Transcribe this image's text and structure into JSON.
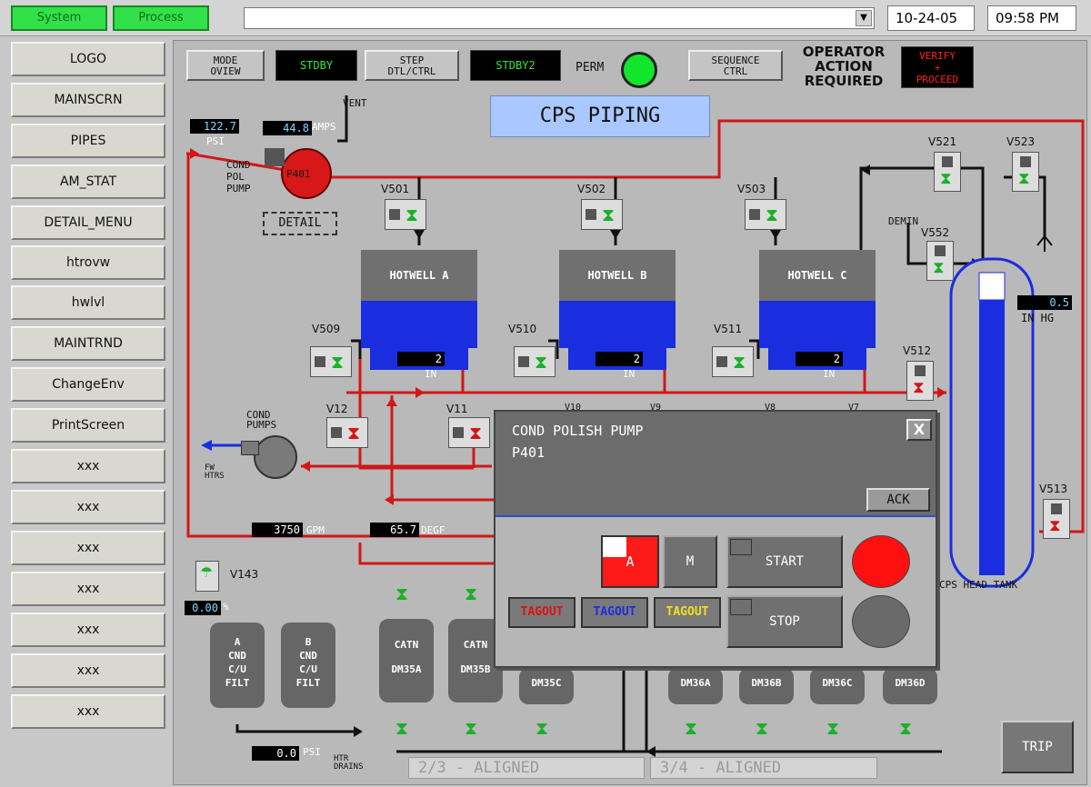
{
  "topbar": {
    "tabs": [
      "System",
      "Process"
    ],
    "selector_value": "",
    "date": "10-24-05",
    "time": "09:58 PM"
  },
  "nav": {
    "items": [
      "LOGO",
      "MAINSCRN",
      "PIPES",
      "AM_STAT",
      "DETAIL_MENU",
      "htrovw",
      "hwlvl",
      "MAINTRND",
      "ChangeEnv",
      "PrintScreen",
      "xxx",
      "xxx",
      "xxx",
      "xxx",
      "xxx",
      "xxx",
      "xxx"
    ]
  },
  "hmi": {
    "title": "CPS PIPING",
    "header": {
      "mode_btn": "MODE\nOVIEW",
      "stdby": "STDBY",
      "step_btn": "STEP\nDTL/CTRL",
      "stdby2": "STDBY2",
      "perm": "PERM",
      "sequence_btn": "SEQUENCE\nCTRL",
      "operator_msg": "OPERATOR\nACTION\nREQUIRED",
      "verify_btn": "VERIFY\n+\nPROCEED"
    },
    "pump_p401": {
      "label": "P401",
      "desc": "COND\nPOL\nPUMP",
      "psi": "122.7",
      "psi_unit": "PSI",
      "amps": "44.8",
      "amps_unit": "AMPS",
      "vent": "VENT",
      "detail_btn": "DETAIL"
    },
    "hotwells": [
      {
        "name": "HOTWELL A",
        "level": "2",
        "unit": "IN"
      },
      {
        "name": "HOTWELL B",
        "level": "2",
        "unit": "IN"
      },
      {
        "name": "HOTWELL C",
        "level": "2",
        "unit": "IN"
      }
    ],
    "valves": {
      "v501": "V501",
      "v502": "V502",
      "v503": "V503",
      "v509": "V509",
      "v510": "V510",
      "v511": "V511",
      "v12": "V12",
      "v11": "V11",
      "v10": "V10",
      "v9": "V9",
      "v8": "V8",
      "v7": "V7",
      "v521": "V521",
      "v523": "V523",
      "v552": "V552",
      "v512": "V512",
      "v513": "V513",
      "v143": "V143"
    },
    "demin": "DEMIN",
    "cond_pumps": "COND\nPUMPS",
    "fw_htrs": "FW\nHTRS",
    "head_tank": {
      "label": "CPS HEAD TANK",
      "vac": "0.5",
      "vac_unit": "IN HG"
    },
    "flow": {
      "gpm": "3750",
      "gpm_unit": "GPM",
      "degf": "65.7",
      "degf_unit": "DEGF"
    },
    "v143_pct": "0.00",
    "v143_unit": "%",
    "filters": [
      "A\nCND\nC/U\nFILT",
      "B\nCND\nC/U\nFILT"
    ],
    "demins_top": [
      "CATN",
      "CATN"
    ],
    "demins": [
      "DM35A",
      "DM35B",
      "DM35C",
      "DM36A",
      "DM36B",
      "DM36C",
      "DM36D"
    ],
    "drain_psi": "0.0",
    "drain_psi_unit": "PSI",
    "htr_drains": "HTR\nDRAINS",
    "aligned_1": "2/3 - ALIGNED",
    "aligned_2": "3/4 - ALIGNED",
    "trip": "TRIP"
  },
  "popup": {
    "title": "COND POLISH PUMP",
    "subtitle": "P401",
    "close": "X",
    "ack": "ACK",
    "auto": "A",
    "manual": "M",
    "start": "START",
    "stop": "STOP",
    "tagouts": [
      "TAGOUT",
      "TAGOUT",
      "TAGOUT"
    ]
  },
  "colors": {
    "pipe_red": "#d01818",
    "pipe_black": "#111111",
    "valve_green": "#1bb02b",
    "water_blue": "#1a2ee0",
    "popup_run_red": "#ff1010",
    "popup_stop_gray": "#6a6a6a"
  }
}
